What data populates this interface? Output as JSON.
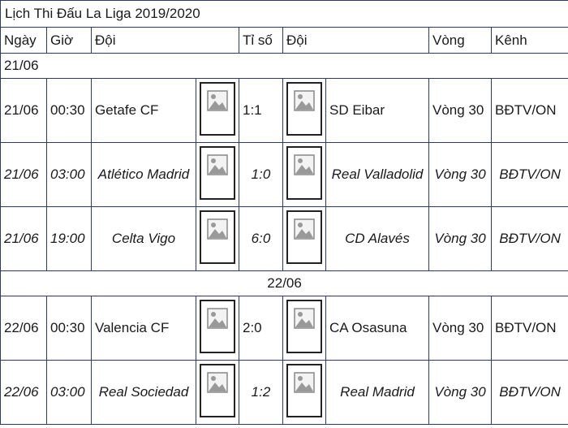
{
  "title": "Lịch Thi Đấu La Liga 2019/2020",
  "headers": {
    "date": "Ngày",
    "time": "Giờ",
    "team1": "Đội",
    "score": "Tỉ số",
    "team2": "Đội",
    "round": "Vòng",
    "channel": "Kênh"
  },
  "groups": [
    {
      "date": "21/06",
      "matches": [
        {
          "date": "21/06",
          "time": "00:30",
          "home": "Getafe CF",
          "score": "1:1",
          "away": "SD Eibar",
          "round": "Vòng 30",
          "channel": "BĐTV/ON",
          "home_logo": "image-placeholder-icon",
          "away_logo": "image-placeholder-icon"
        },
        {
          "date": "21/06",
          "time": "03:00",
          "home": "Atlético Madrid",
          "score": "1:0",
          "away": "Real Valladolid",
          "round": "Vòng 30",
          "channel": "BĐTV/ON",
          "home_logo": "image-placeholder-icon",
          "away_logo": "image-placeholder-icon"
        },
        {
          "date": "21/06",
          "time": "19:00",
          "home": "Celta Vigo",
          "score": "6:0",
          "away": "CD Alavés",
          "round": "Vòng 30",
          "channel": "BĐTV/ON",
          "home_logo": "image-placeholder-icon",
          "away_logo": "image-placeholder-icon"
        }
      ]
    },
    {
      "date": "22/06",
      "matches": [
        {
          "date": "22/06",
          "time": "00:30",
          "home": "Valencia CF",
          "score": "2:0",
          "away": "CA Osasuna",
          "round": "Vòng 30",
          "channel": "BĐTV/ON",
          "home_logo": "image-placeholder-icon",
          "away_logo": "image-placeholder-icon"
        },
        {
          "date": "22/06",
          "time": "03:00",
          "home": "Real Sociedad",
          "score": "1:2",
          "away": "Real Madrid",
          "round": "Vòng 30",
          "channel": "BĐTV/ON",
          "home_logo": "image-placeholder-icon",
          "away_logo": "image-placeholder-icon"
        }
      ]
    }
  ],
  "colors": {
    "border": "#2b3a6b",
    "text": "#1a1a1a"
  }
}
